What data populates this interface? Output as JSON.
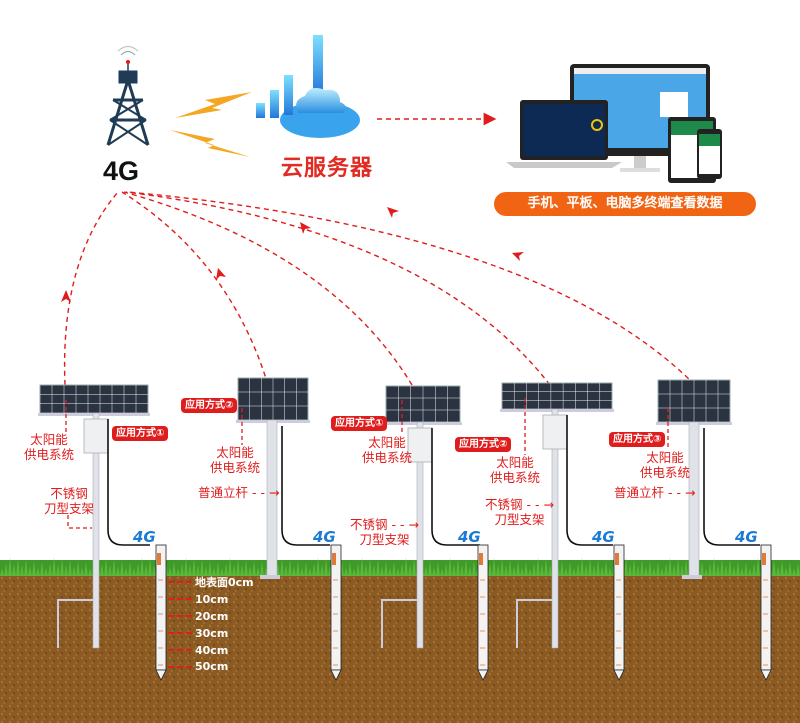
{
  "header": {
    "tower_label": "4G",
    "cloud_label": "云服务器",
    "terminals_banner": "手机、平板、电脑多终端查看数据"
  },
  "colors": {
    "accent_red": "#e01d1d",
    "banner_orange": "#f06414",
    "signal_blue": "#1a7ad4",
    "soil_brown": "#8a5a22",
    "grass_green": "#3f9a2a"
  },
  "installations": [
    {
      "mode_badge": "应用方式①",
      "power_label_1": "太阳能",
      "power_label_2": "供电系统",
      "mount_label_1": "不锈钢",
      "mount_label_2": "刀型支架",
      "network": "4G"
    },
    {
      "mode_badge": "应用方式②",
      "power_label_1": "太阳能",
      "power_label_2": "供电系统",
      "mount_label_1": "普通立杆",
      "mount_label_2": "",
      "network": "4G"
    },
    {
      "mode_badge": "应用方式①",
      "power_label_1": "太阳能",
      "power_label_2": "供电系统",
      "mount_label_1": "不锈钢",
      "mount_label_2": "刀型支架",
      "network": "4G"
    },
    {
      "mode_badge": "应用方式②",
      "power_label_1": "太阳能",
      "power_label_2": "供电系统",
      "mount_label_1": "不锈钢",
      "mount_label_2": "刀型支架",
      "network": "4G"
    },
    {
      "mode_badge": "应用方式③",
      "power_label_1": "太阳能",
      "power_label_2": "供电系统",
      "mount_label_1": "普通立杆",
      "mount_label_2": "",
      "network": "4G"
    }
  ],
  "depth_scale": [
    "地表面0cm",
    "10cm",
    "20cm",
    "30cm",
    "40cm",
    "50cm"
  ]
}
